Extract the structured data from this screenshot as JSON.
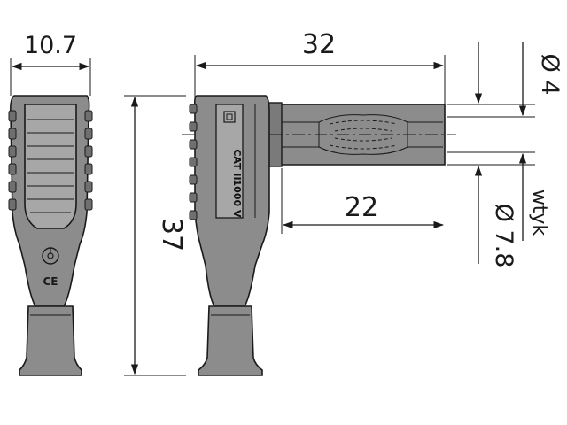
{
  "dimensions": {
    "width_label": "10.7",
    "length_label": "32",
    "height_label": "37",
    "pin_length_label": "22",
    "pin_diameter_label": "Ø 4",
    "plug_diameter_label": "Ø 7.8",
    "plug_word": "wtyk"
  },
  "body_markings": {
    "rating": "1000 V",
    "category": "CAT III",
    "ce_mark": "CE"
  },
  "colors": {
    "body": "#8c8c8c",
    "body_dark": "#6f6f6f",
    "panel": "#a7a7a7",
    "line": "#1a1a1a"
  }
}
